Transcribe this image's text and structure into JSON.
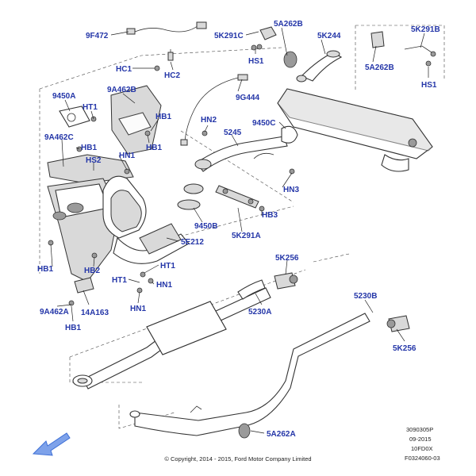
{
  "labels": [
    {
      "key": "9F472",
      "text": "9F472"
    },
    {
      "key": "5K291C",
      "text": "5K291C"
    },
    {
      "key": "5A262B_top",
      "text": "5A262B"
    },
    {
      "key": "5K244",
      "text": "5K244"
    },
    {
      "key": "5K291B",
      "text": "5K291B"
    },
    {
      "key": "HS1_a",
      "text": "HS1"
    },
    {
      "key": "HC1",
      "text": "HC1"
    },
    {
      "key": "HC2",
      "text": "HC2"
    },
    {
      "key": "5A262B_right",
      "text": "5A262B"
    },
    {
      "key": "HS1_b",
      "text": "HS1"
    },
    {
      "key": "9450A",
      "text": "9450A"
    },
    {
      "key": "9A462B",
      "text": "9A462B"
    },
    {
      "key": "9G444",
      "text": "9G444"
    },
    {
      "key": "HT1_a",
      "text": "HT1"
    },
    {
      "key": "HB1_a",
      "text": "HB1"
    },
    {
      "key": "HN2",
      "text": "HN2"
    },
    {
      "key": "9450C",
      "text": "9450C"
    },
    {
      "key": "5245",
      "text": "5245"
    },
    {
      "key": "9A462C",
      "text": "9A462C"
    },
    {
      "key": "HB1_b",
      "text": "HB1"
    },
    {
      "key": "HB1_c",
      "text": "HB1"
    },
    {
      "key": "HN1_a",
      "text": "HN1"
    },
    {
      "key": "HS2",
      "text": "HS2"
    },
    {
      "key": "HN3",
      "text": "HN3"
    },
    {
      "key": "HB3",
      "text": "HB3"
    },
    {
      "key": "9450B",
      "text": "9450B"
    },
    {
      "key": "5K291A",
      "text": "5K291A"
    },
    {
      "key": "5E212",
      "text": "5E212"
    },
    {
      "key": "HB1_d",
      "text": "HB1"
    },
    {
      "key": "HB2",
      "text": "HB2"
    },
    {
      "key": "HT1_b",
      "text": "HT1"
    },
    {
      "key": "HT1_c",
      "text": "HT1"
    },
    {
      "key": "HN1_b",
      "text": "HN1"
    },
    {
      "key": "5K256_a",
      "text": "5K256"
    },
    {
      "key": "9A462A",
      "text": "9A462A"
    },
    {
      "key": "14A163",
      "text": "14A163"
    },
    {
      "key": "HN1_c",
      "text": "HN1"
    },
    {
      "key": "5230A",
      "text": "5230A"
    },
    {
      "key": "5230B",
      "text": "5230B"
    },
    {
      "key": "HB1_e",
      "text": "HB1"
    },
    {
      "key": "5K256_b",
      "text": "5K256"
    },
    {
      "key": "5A262A",
      "text": "5A262A"
    }
  ],
  "footer": {
    "copyright": "© Copyright, 2014 - 2015, Ford Motor Company Limited",
    "code1": "3090305P",
    "code2": "09-2015",
    "code3": "10FD0X",
    "code4": "F0324060-03"
  },
  "colors": {
    "label": "#2436a8",
    "line": "#222222",
    "arrow": "#3d6fd6"
  }
}
